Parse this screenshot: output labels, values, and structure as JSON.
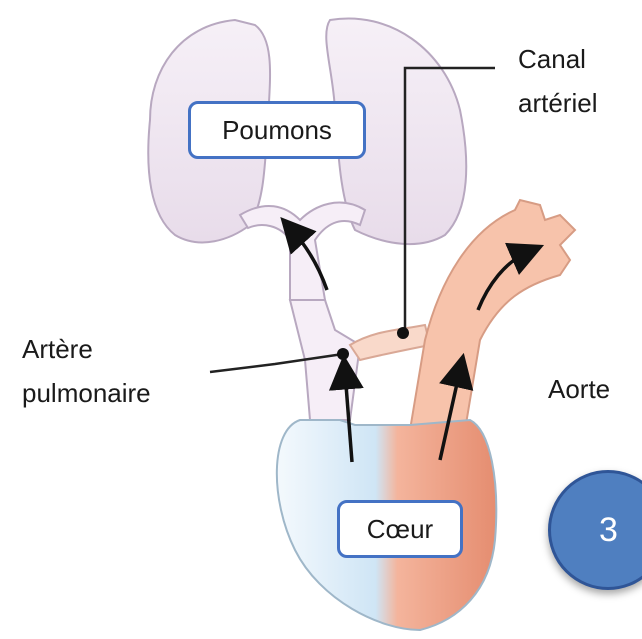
{
  "labels": {
    "lungs": "Poumons",
    "ductus": "Canal artériel",
    "ductus_line1": "Canal",
    "ductus_line2": "artériel",
    "pulmonary_artery": "Artère pulmonaire",
    "pulmonary_line1": "Artère",
    "pulmonary_line2": "pulmonaire",
    "aorta": "Aorte",
    "heart": "Cœur"
  },
  "badge": {
    "number": "3"
  },
  "colors": {
    "lung_fill": "#efe6f1",
    "lung_stroke": "#a89ab0",
    "artery_fill": "#f6eef7",
    "aorta_fill": "#f6c0a8",
    "heart_left": "#d8eaf6",
    "heart_right": "#f0a68c",
    "accent_box_border": "#4472c4",
    "badge_fill": "#4f7fc0"
  }
}
